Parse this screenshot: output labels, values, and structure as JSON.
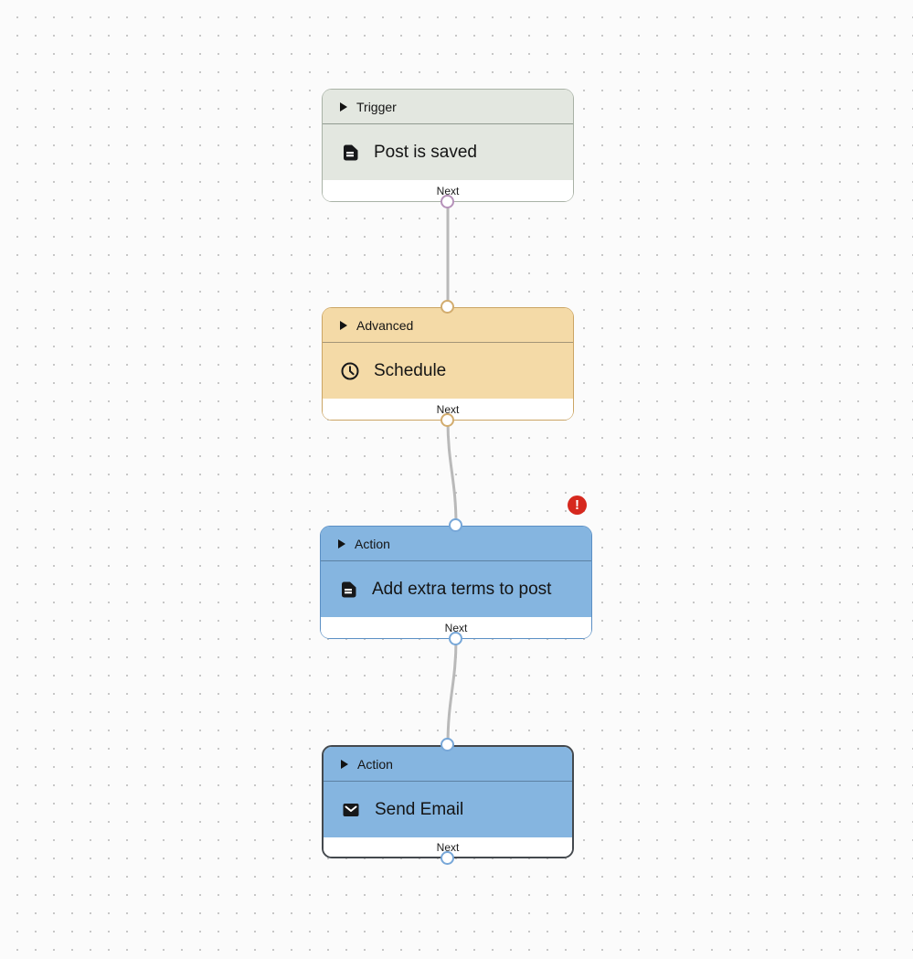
{
  "badge": {
    "symbol": "!",
    "meaning": "error",
    "color": "#d6281e"
  },
  "nodes": [
    {
      "category": "Trigger",
      "label": "Post is saved",
      "footer_label": "Next",
      "icon": "document-icon",
      "colors": {
        "fill": "#e3e7e0",
        "border": "#a9b2a6",
        "port": "#b692ba"
      }
    },
    {
      "category": "Advanced",
      "label": "Schedule",
      "footer_label": "Next",
      "icon": "clock-icon",
      "colors": {
        "fill": "#f4daa7",
        "border": "#cba564",
        "port": "#d2ac6e"
      }
    },
    {
      "category": "Action",
      "label": "Add extra terms to post",
      "footer_label": "Next",
      "icon": "document-icon",
      "has_error": true,
      "colors": {
        "fill": "#85b5e0",
        "border": "#5b8fc4",
        "port": "#77a7d8"
      }
    },
    {
      "category": "Action",
      "label": "Send Email",
      "footer_label": "Next",
      "icon": "mail-icon",
      "selected": true,
      "colors": {
        "fill": "#85b5e0",
        "border": "#44494e",
        "port": "#77a7d8"
      }
    }
  ]
}
